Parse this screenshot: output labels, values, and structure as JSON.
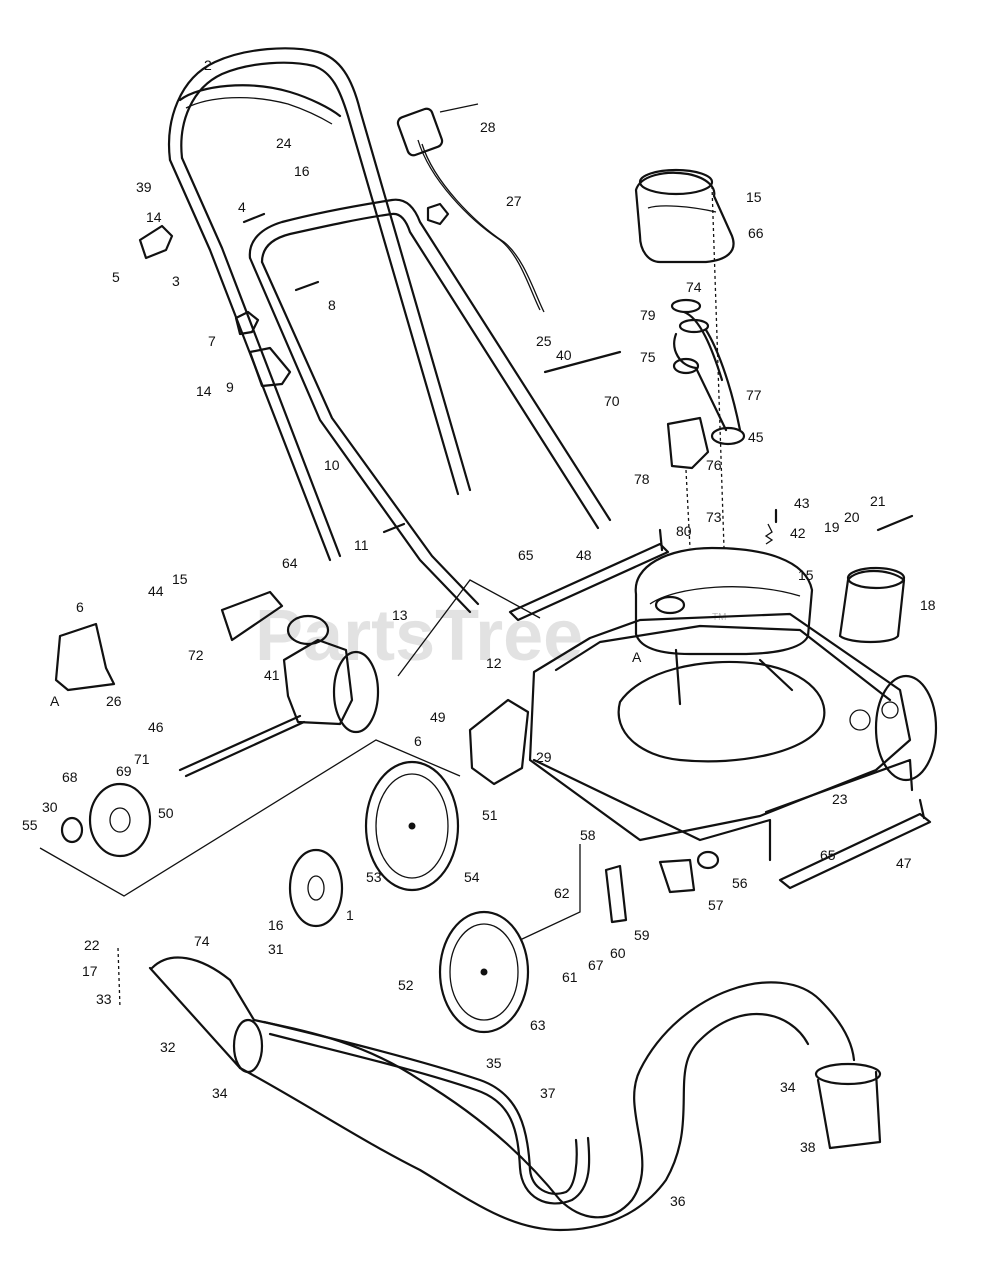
{
  "watermark": {
    "text": "PartsTree",
    "trademark": "TM"
  },
  "callouts": [
    {
      "id": "c2",
      "text": "2"
    },
    {
      "id": "c28",
      "text": "28"
    },
    {
      "id": "c24",
      "text": "24"
    },
    {
      "id": "c16a",
      "text": "16"
    },
    {
      "id": "c39",
      "text": "39"
    },
    {
      "id": "c4",
      "text": "4"
    },
    {
      "id": "c14a",
      "text": "14"
    },
    {
      "id": "c5",
      "text": "5"
    },
    {
      "id": "c3",
      "text": "3"
    },
    {
      "id": "c27",
      "text": "27"
    },
    {
      "id": "c15a",
      "text": "15"
    },
    {
      "id": "c66",
      "text": "66"
    },
    {
      "id": "c8",
      "text": "8"
    },
    {
      "id": "c7",
      "text": "7"
    },
    {
      "id": "c74a",
      "text": "74"
    },
    {
      "id": "c79",
      "text": "79"
    },
    {
      "id": "c25",
      "text": "25"
    },
    {
      "id": "c40",
      "text": "40"
    },
    {
      "id": "c75",
      "text": "75"
    },
    {
      "id": "c14b",
      "text": "14"
    },
    {
      "id": "c9",
      "text": "9"
    },
    {
      "id": "c77",
      "text": "77"
    },
    {
      "id": "c70",
      "text": "70"
    },
    {
      "id": "c45",
      "text": "45"
    },
    {
      "id": "c76",
      "text": "76"
    },
    {
      "id": "c10",
      "text": "10"
    },
    {
      "id": "c78",
      "text": "78"
    },
    {
      "id": "c73",
      "text": "73"
    },
    {
      "id": "c43",
      "text": "43"
    },
    {
      "id": "c21",
      "text": "21"
    },
    {
      "id": "c20",
      "text": "20"
    },
    {
      "id": "c19",
      "text": "19"
    },
    {
      "id": "c42",
      "text": "42"
    },
    {
      "id": "c80",
      "text": "80"
    },
    {
      "id": "c11",
      "text": "11"
    },
    {
      "id": "c65a",
      "text": "65"
    },
    {
      "id": "c48",
      "text": "48"
    },
    {
      "id": "c64",
      "text": "64"
    },
    {
      "id": "c15b",
      "text": "15"
    },
    {
      "id": "c44",
      "text": "44"
    },
    {
      "id": "c15c",
      "text": "15"
    },
    {
      "id": "c18",
      "text": "18"
    },
    {
      "id": "c6a",
      "text": "6"
    },
    {
      "id": "c13",
      "text": "13"
    },
    {
      "id": "c72",
      "text": "72"
    },
    {
      "id": "cA1",
      "text": "A"
    },
    {
      "id": "c12",
      "text": "12"
    },
    {
      "id": "c41",
      "text": "41"
    },
    {
      "id": "cA2",
      "text": "A"
    },
    {
      "id": "c26",
      "text": "26"
    },
    {
      "id": "c49",
      "text": "49"
    },
    {
      "id": "c46",
      "text": "46"
    },
    {
      "id": "c6b",
      "text": "6"
    },
    {
      "id": "c71",
      "text": "71"
    },
    {
      "id": "c68",
      "text": "68"
    },
    {
      "id": "c69",
      "text": "69"
    },
    {
      "id": "c29",
      "text": "29"
    },
    {
      "id": "c50",
      "text": "50"
    },
    {
      "id": "c30",
      "text": "30"
    },
    {
      "id": "c23",
      "text": "23"
    },
    {
      "id": "c51",
      "text": "51"
    },
    {
      "id": "c55",
      "text": "55"
    },
    {
      "id": "c58",
      "text": "58"
    },
    {
      "id": "c65b",
      "text": "65"
    },
    {
      "id": "c53",
      "text": "53"
    },
    {
      "id": "c54",
      "text": "54"
    },
    {
      "id": "c47",
      "text": "47"
    },
    {
      "id": "c56",
      "text": "56"
    },
    {
      "id": "c62",
      "text": "62"
    },
    {
      "id": "c57",
      "text": "57"
    },
    {
      "id": "c1",
      "text": "1"
    },
    {
      "id": "c16b",
      "text": "16"
    },
    {
      "id": "c59",
      "text": "59"
    },
    {
      "id": "c22",
      "text": "22"
    },
    {
      "id": "c74b",
      "text": "74"
    },
    {
      "id": "c31",
      "text": "31"
    },
    {
      "id": "c60",
      "text": "60"
    },
    {
      "id": "c17",
      "text": "17"
    },
    {
      "id": "c67",
      "text": "67"
    },
    {
      "id": "c61",
      "text": "61"
    },
    {
      "id": "c52",
      "text": "52"
    },
    {
      "id": "c33",
      "text": "33"
    },
    {
      "id": "c63",
      "text": "63"
    },
    {
      "id": "c32",
      "text": "32"
    },
    {
      "id": "c35",
      "text": "35"
    },
    {
      "id": "c34a",
      "text": "34"
    },
    {
      "id": "c37",
      "text": "37"
    },
    {
      "id": "c34b",
      "text": "34"
    },
    {
      "id": "c38",
      "text": "38"
    },
    {
      "id": "c36",
      "text": "36"
    }
  ]
}
